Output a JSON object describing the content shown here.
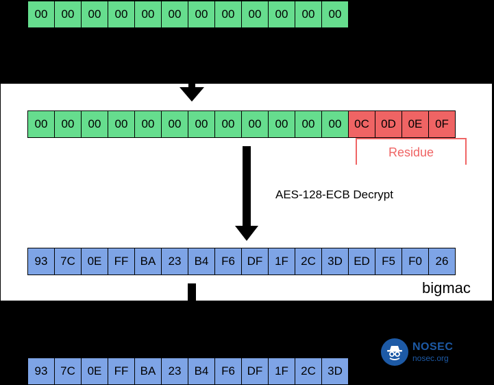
{
  "rows": {
    "top_input": [
      "00",
      "00",
      "00",
      "00",
      "00",
      "00",
      "00",
      "00",
      "00",
      "00",
      "00",
      "00"
    ],
    "padded_input": [
      "00",
      "00",
      "00",
      "00",
      "00",
      "00",
      "00",
      "00",
      "00",
      "00",
      "00",
      "00"
    ],
    "residue_bytes": [
      "0C",
      "0D",
      "0E",
      "0F"
    ],
    "decrypted": [
      "93",
      "7C",
      "0E",
      "FF",
      "BA",
      "23",
      "B4",
      "F6",
      "DF",
      "1F",
      "2C",
      "3D",
      "ED",
      "F5",
      "F0",
      "26"
    ],
    "output": [
      "93",
      "7C",
      "0E",
      "FF",
      "BA",
      "23",
      "B4",
      "F6",
      "DF",
      "1F",
      "2C",
      "3D"
    ]
  },
  "labels": {
    "residue": "Residue",
    "operation": "AES-128-ECB Decrypt",
    "panel_name": "bigmac"
  },
  "logo": {
    "title": "NOSEC",
    "subtitle": "nosec.org",
    "icon": "spy-icon"
  },
  "colors": {
    "green": "#66dd8e",
    "red": "#ef6464",
    "blue": "#7ea4e6",
    "logo_blue": "#1d5aa6"
  }
}
